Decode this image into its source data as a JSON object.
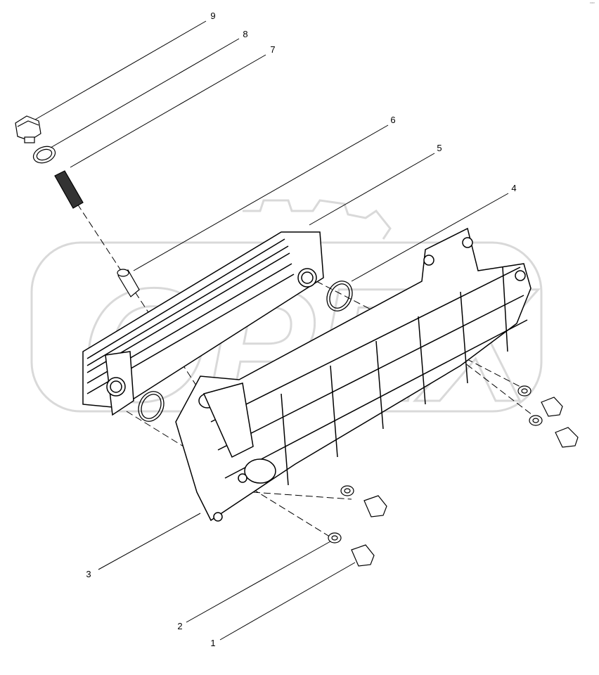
{
  "callouts": [
    {
      "label": "9"
    },
    {
      "label": "8"
    },
    {
      "label": "7"
    },
    {
      "label": "6"
    },
    {
      "label": "5"
    },
    {
      "label": "4"
    },
    {
      "label": "3"
    },
    {
      "label": "2"
    },
    {
      "label": "1"
    }
  ],
  "watermark": {
    "text": "OPEX",
    "tag": "ᵒᵖᵉˣ"
  },
  "colors": {
    "line": "#000000",
    "watermark": "#d9d9d9",
    "part_fill": "#ffffff"
  }
}
